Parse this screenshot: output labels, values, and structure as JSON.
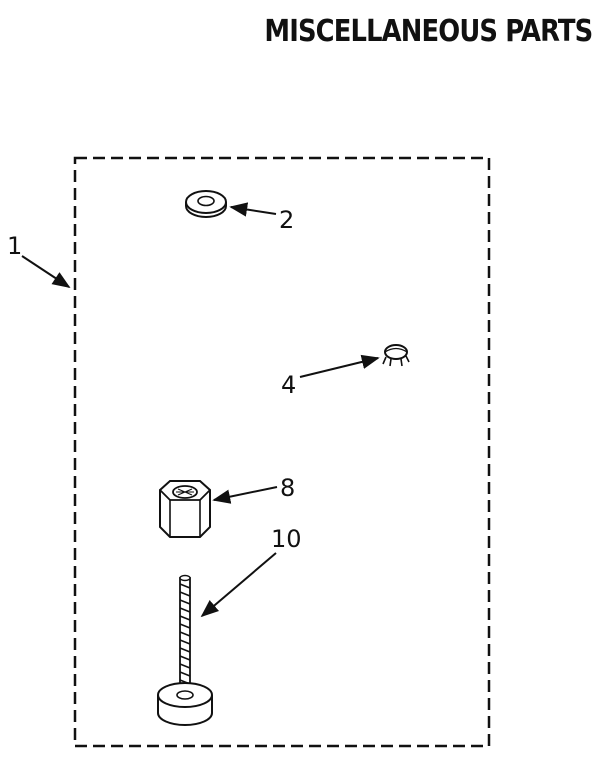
{
  "header": {
    "title": "MISCELLANEOUS PARTS"
  },
  "callouts": {
    "kit": "1",
    "washer": "2",
    "clip": "4",
    "nut": "8",
    "bolt": "10"
  },
  "colors": {
    "ink": "#111111",
    "paper": "#ffffff"
  }
}
